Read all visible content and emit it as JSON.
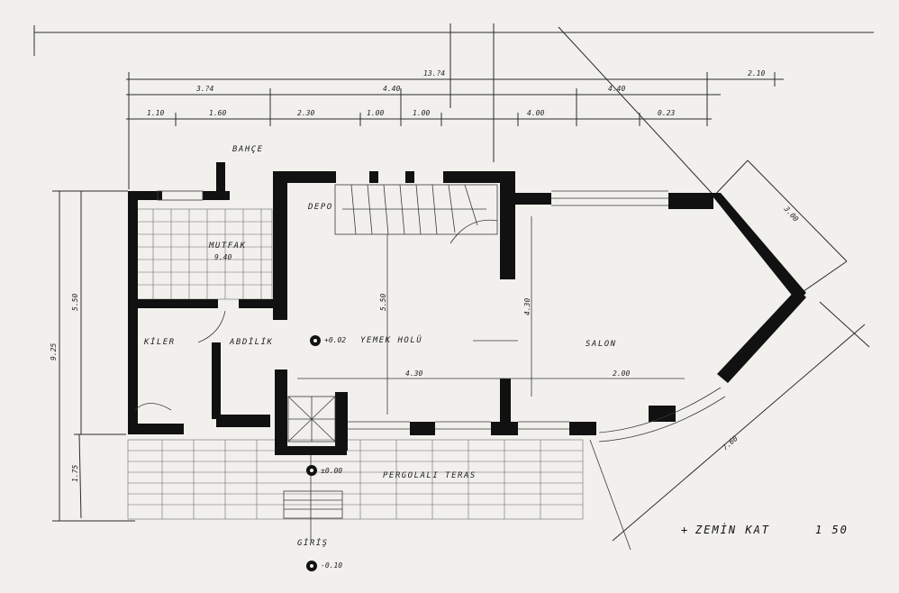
{
  "dimensions": {
    "overall_width": "13.?4",
    "right_extent": "2.10",
    "seg_a": "3.?4",
    "seg_b": "4.40",
    "seg_c": "4.40",
    "d1": "1.10",
    "d2": "1.60",
    "d3": "2.30",
    "d4": "1.00",
    "d5": "1.00",
    "d6": "4.00",
    "d7": "0.23",
    "bay_width": "3.00",
    "diag_length": "7.60",
    "total_depth": "9.25",
    "depth_1": "5.50",
    "depth_2": "1.75",
    "hall_depth": "5.50",
    "salon_depth": "4.30",
    "hall_w": "4.30",
    "salon_w": "2.00"
  },
  "rooms": {
    "garden": "BAHÇE",
    "kitchen": "MUTFAK",
    "kitchen_sub": "9.40",
    "storage": "DEPO",
    "cellar": "KİLER",
    "bathroom": "ABDİLİK",
    "hall": "YEMEK HOLÜ",
    "salon": "SALON",
    "terrace": "PERGOLALI TERAS",
    "entrance": "GİRİŞ"
  },
  "levels": {
    "hall": "+0.02",
    "entrance": "±0.00",
    "ground": "-0.10"
  },
  "title": {
    "text": "ZEMİN KAT",
    "scale": "1 50"
  }
}
